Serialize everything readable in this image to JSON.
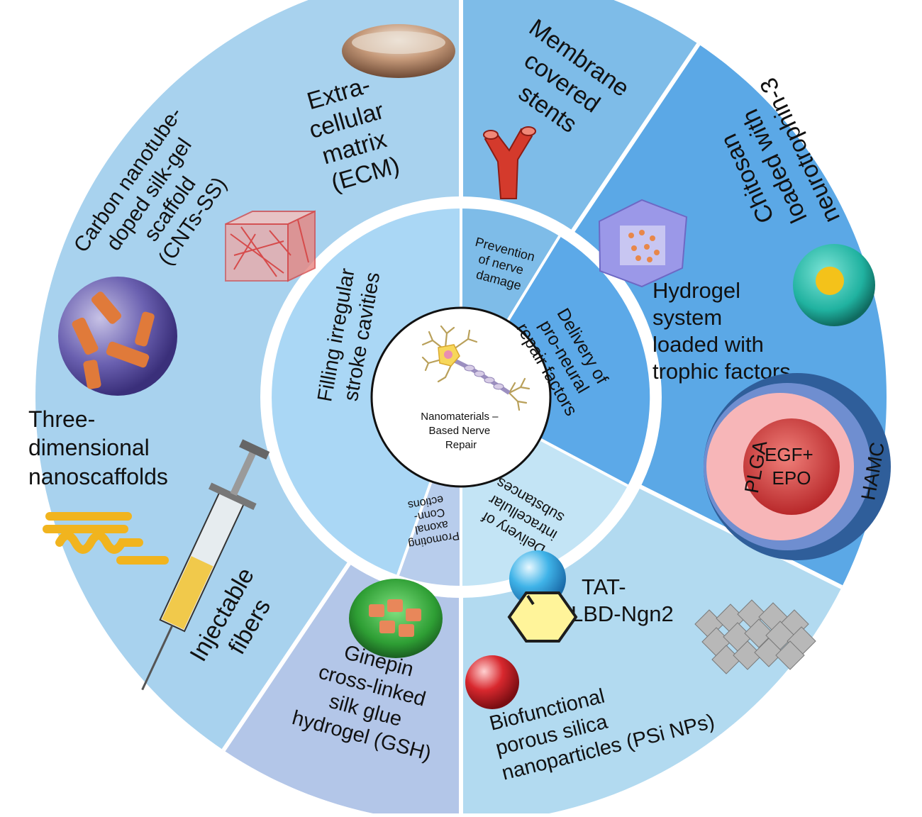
{
  "center": {
    "title_lines": [
      "Nanomaterials –",
      "Based Nerve",
      "Repair"
    ]
  },
  "inner_ring": {
    "filling": [
      "Filling irregular",
      "stroke cavities"
    ],
    "prevention": [
      "Prevention",
      "of nerve",
      "damage"
    ],
    "delivery_pro": [
      "Delivery of",
      "pro-neural",
      "repair factors"
    ],
    "delivery_intra": [
      "Delivery of",
      "intracellular",
      "substances"
    ],
    "promoting": [
      "Promoting",
      "axonal",
      "Conn-",
      "ections"
    ]
  },
  "outer_ring": {
    "ecm": [
      "Extra-",
      "cellular",
      "matrix",
      "(ECM)"
    ],
    "cnts": [
      "Carbon nanotube-",
      "doped silk-gel",
      "scaffold",
      "(CNTs-SS)"
    ],
    "three_dim": [
      "Three-",
      "dimensional",
      "nanoscaffolds"
    ],
    "injectable": [
      "Injectable",
      "fibers"
    ],
    "membrane": [
      "Membrane",
      "covered",
      "stents"
    ],
    "chitosan": [
      "Chitosan",
      "loaded with",
      "neurotrophin-3"
    ],
    "hydrogel": [
      "Hydrogel",
      "system",
      "loaded with",
      "trophic factors"
    ],
    "ginepin": [
      "Ginepin",
      "cross-linked",
      "silk glue",
      "hydrogel (GSH)"
    ],
    "tat": [
      "TAT-",
      "LBD-Ngn2"
    ],
    "biofunctional": [
      "Biofunctional",
      "porous silica",
      "nanoparticles (PSi NPs)"
    ]
  },
  "particle": {
    "core_lines": [
      "EGF+",
      "EPO"
    ],
    "plga": "PLGA",
    "hamc": "HAMC"
  },
  "colors": {
    "left_sector": "#a8d2ee",
    "top_right_sector": "#7ebce8",
    "right_sector": "#5ba8e6",
    "bottom_right_sector": "#b2daf0",
    "bottom_sector": "#b3c6e8",
    "inner_filling": "#aad7f5",
    "inner_delivery_pro": "#5ca9e8",
    "divider": "#ffffff"
  }
}
